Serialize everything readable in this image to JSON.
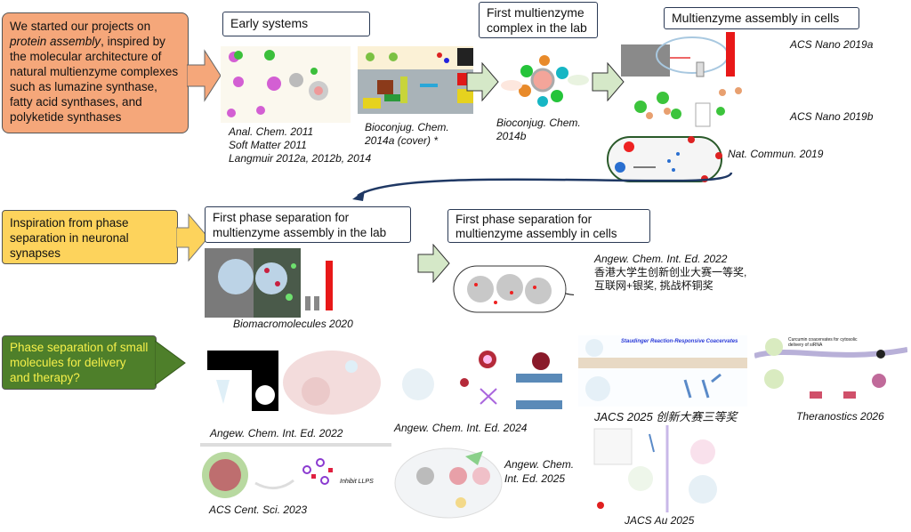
{
  "rows": {
    "row1": {
      "callout": {
        "text_before": "We started our projects on ",
        "text_italic": "protein assembly",
        "text_after": ", inspired by the molecular architecture of natural multienzyme complexes such as lumazine synthase, fatty acid synthases, and polyketide synthases"
      },
      "early_systems": {
        "title": "Early systems",
        "citations": [
          "Anal. Chem. 2011",
          "Soft Matter 2011",
          "Langmuir 2012a, 2012b, 2014"
        ],
        "cover_citation": [
          "Bioconjug. Chem.",
          "2014a (cover) *"
        ]
      },
      "first_complex": {
        "title": "First multienzyme complex in the lab",
        "citation": [
          "Bioconjug. Chem.",
          "2014b"
        ]
      },
      "in_cells": {
        "title": "Multienzyme assembly in cells",
        "citations": [
          "ACS Nano 2019a",
          "ACS Nano 2019b",
          "Nat. Commun. 2019"
        ]
      }
    },
    "row2": {
      "callout": "Inspiration from phase separation in neuronal synapses",
      "lab": {
        "title": "First phase separation for multienzyme assembly in the lab",
        "citation": "Biomacromolecules 2020"
      },
      "cells": {
        "title": "First phase separation for multienzyme assembly in cells",
        "citation": "Angew. Chem. Int. Ed. 2022",
        "awards": [
          "香港大学生创新创业大赛一等奖,",
          "互联网+银奖, 挑战杯铜奖"
        ]
      }
    },
    "row3": {
      "callout": "Phase separation of small molecules for delivery and therapy?",
      "citations": {
        "a": "Angew. Chem. Int. Ed. 2022",
        "b": "Angew. Chem. Int. Ed. 2024",
        "c": "JACS 2025 创新大赛三等奖",
        "d": "Theranostics 2026",
        "e": "ACS Cent. Sci. 2023",
        "f": [
          "Angew. Chem.",
          "Int. Ed. 2025"
        ],
        "g": "JACS Au 2025"
      },
      "fig_labels": {
        "staudinger": "Staudinger Reaction-Responsive Coacervates",
        "inhibit": "Inhibit LLPS",
        "curcumin": "Curcumin coacervates for cytosolic delivery of siRNA"
      }
    }
  },
  "colors": {
    "orange": "#f5a77a",
    "yellow": "#fdd35c",
    "green": "#4e7f2a",
    "arrow_green": "#d5e8c8",
    "navy": "#1f3864"
  }
}
